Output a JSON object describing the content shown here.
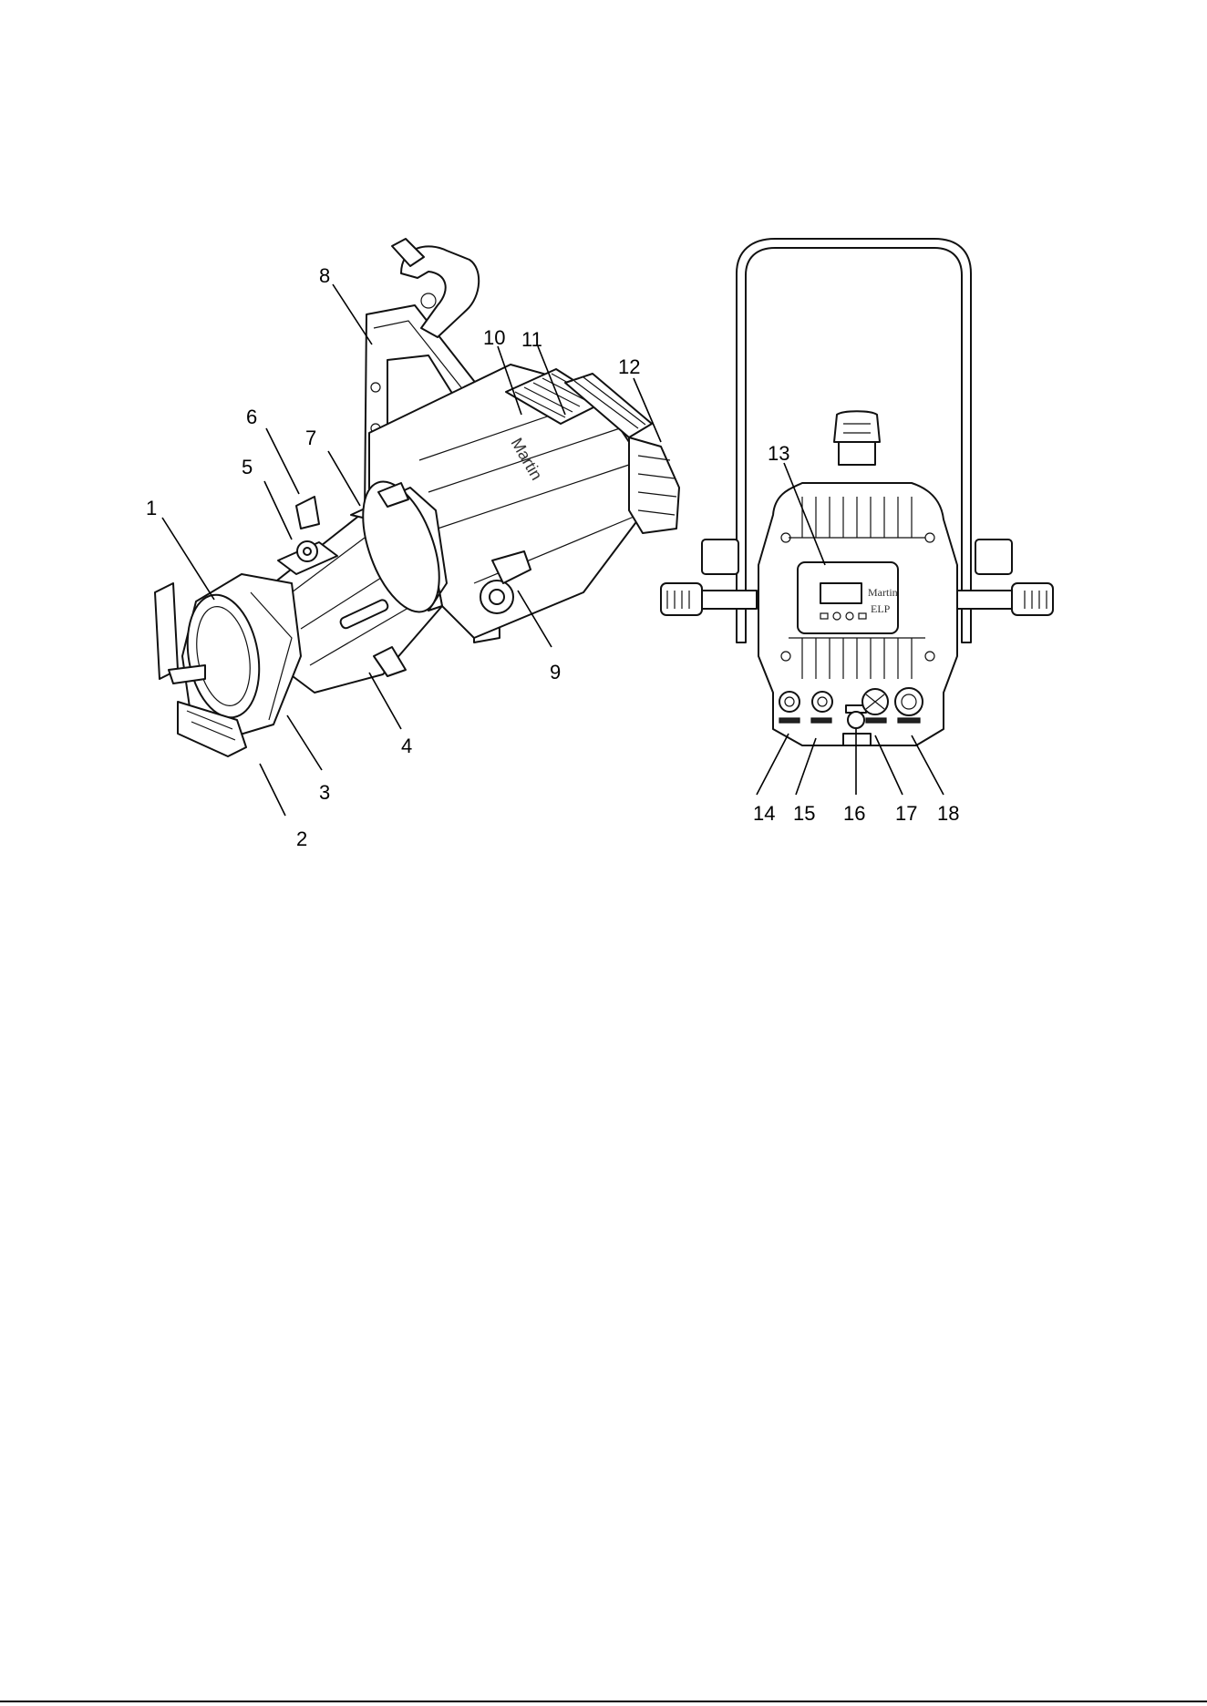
{
  "figure": {
    "callouts": [
      {
        "id": "1",
        "label": "1"
      },
      {
        "id": "2",
        "label": "2"
      },
      {
        "id": "3",
        "label": "3"
      },
      {
        "id": "4",
        "label": "4"
      },
      {
        "id": "5",
        "label": "5"
      },
      {
        "id": "6",
        "label": "6"
      },
      {
        "id": "7",
        "label": "7"
      },
      {
        "id": "8",
        "label": "8"
      },
      {
        "id": "9",
        "label": "9"
      },
      {
        "id": "10",
        "label": "10"
      },
      {
        "id": "11",
        "label": "11"
      },
      {
        "id": "12",
        "label": "12"
      },
      {
        "id": "13",
        "label": "13"
      },
      {
        "id": "14",
        "label": "14"
      },
      {
        "id": "15",
        "label": "15"
      },
      {
        "id": "16",
        "label": "16"
      },
      {
        "id": "17",
        "label": "17"
      },
      {
        "id": "18",
        "label": "18"
      }
    ],
    "branding": {
      "logo_text": "Martin",
      "model_text": "ELP"
    }
  }
}
